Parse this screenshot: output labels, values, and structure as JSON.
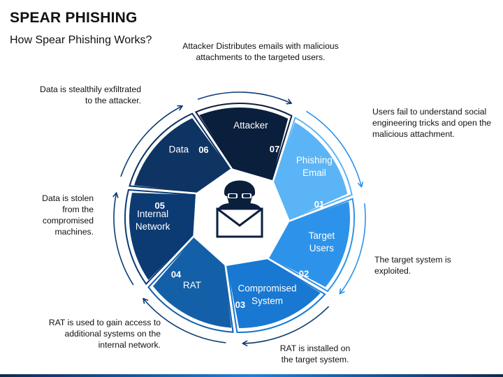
{
  "title": "SPEAR PHISHING",
  "subtitle": "How Spear Phishing Works?",
  "steps": [
    {
      "number": "01",
      "label": "Phishing Email",
      "color": "#5BB4F5"
    },
    {
      "number": "02",
      "label": "Target Users",
      "color": "#2D93EA"
    },
    {
      "number": "03",
      "label": "Compromised System",
      "color": "#1878D2"
    },
    {
      "number": "04",
      "label": "RAT",
      "color": "#1460A8"
    },
    {
      "number": "05",
      "label": "Internal Network",
      "color": "#0C3B73"
    },
    {
      "number": "06",
      "label": "Data",
      "color": "#0D3463"
    },
    {
      "number": "07",
      "label": "Attacker",
      "color": "#0A1F3C"
    }
  ],
  "notes": {
    "attacker_distributes": "Attacker Distributes emails with malicious attachments to the targeted users.",
    "users_fail": "Users fail to understand social engineering tricks and open the malicious attachment.",
    "system_exploited": "The target system is exploited.",
    "rat_installed": "RAT is installed on the target system.",
    "rat_used": "RAT is used to gain access to additional systems on the internal network.",
    "data_stolen": "Data is stolen from the compromised machines.",
    "data_exfiltrated": "Data is stealthily exfiltrated to the attacker."
  },
  "center_icon": "hacker-with-envelope-icon"
}
